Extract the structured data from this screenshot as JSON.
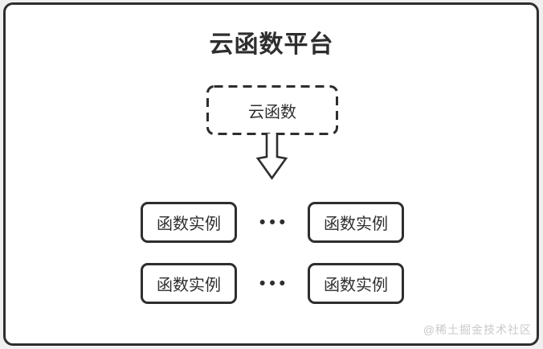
{
  "colors": {
    "bg": "#f0f0f0",
    "surface": "#ffffff",
    "stroke": "#2e2e2e",
    "text": "#2e2e2e",
    "watermark": "#c9c9c9"
  },
  "diagram": {
    "title": "云函数平台",
    "cloud_function": {
      "label": "云函数"
    },
    "instances": [
      {
        "label": "函数实例"
      },
      {
        "label": "函数实例"
      },
      {
        "label": "函数实例"
      },
      {
        "label": "函数实例"
      }
    ],
    "ellipsis_rows": [
      {
        "text": "•••"
      },
      {
        "text": "•••"
      }
    ],
    "watermark": "@稀土掘金技术社区"
  }
}
